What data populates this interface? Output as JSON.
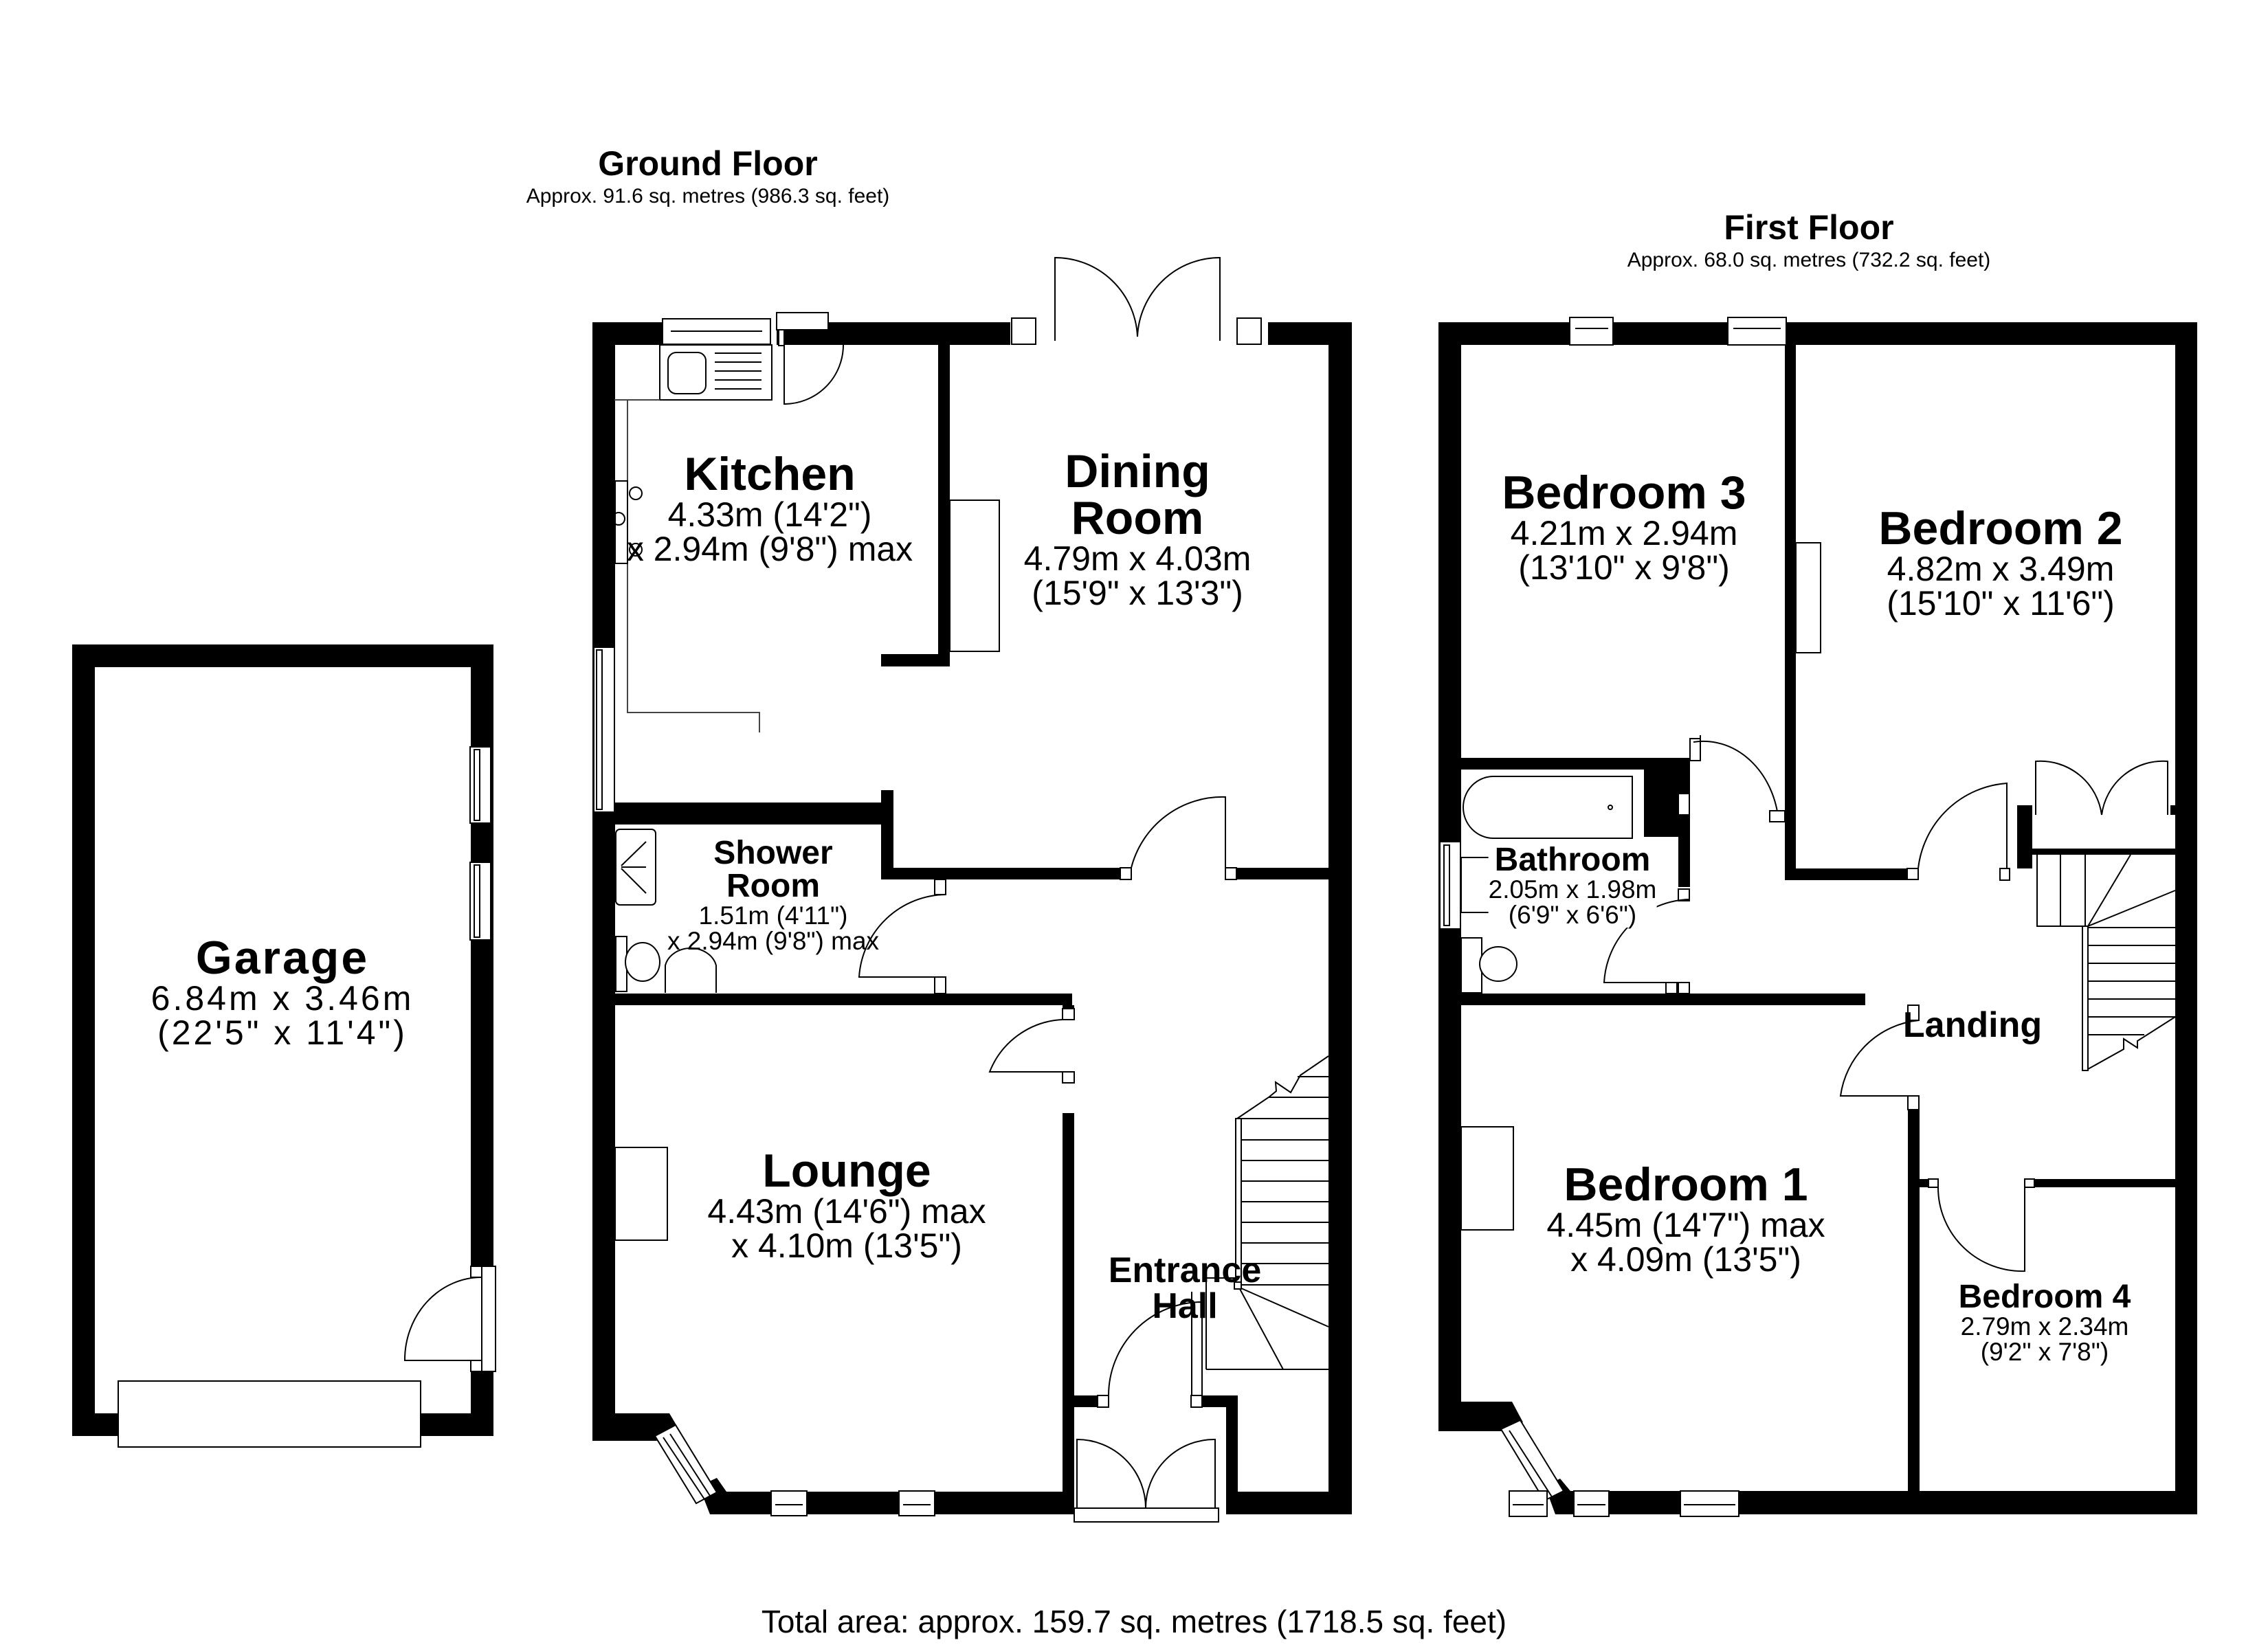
{
  "floors": {
    "ground": {
      "title": "Ground Floor",
      "area": "Approx. 91.6 sq. metres (986.3 sq. feet)",
      "rooms": {
        "kitchen": {
          "name": "Kitchen",
          "dim1": "4.33m (14'2\")",
          "dim2": "x 2.94m (9'8\") max"
        },
        "dining": {
          "name_line1": "Dining",
          "name_line2": "Room",
          "dim1": "4.79m x 4.03m",
          "dim2": "(15'9\" x 13'3\")"
        },
        "shower": {
          "name_line1": "Shower",
          "name_line2": "Room",
          "dim1": "1.51m (4'11\")",
          "dim2": "x 2.94m (9'8\") max"
        },
        "lounge": {
          "name": "Lounge",
          "dim1": "4.43m (14'6\") max",
          "dim2": "x 4.10m (13'5\")"
        },
        "hall": {
          "name_line1": "Entrance",
          "name_line2": "Hall"
        }
      }
    },
    "garage": {
      "name": "Garage",
      "dim1": "6.84m x 3.46m",
      "dim2": "(22'5\" x 11'4\")"
    },
    "first": {
      "title": "First Floor",
      "area": "Approx. 68.0 sq. metres (732.2 sq. feet)",
      "rooms": {
        "bedroom3": {
          "name": "Bedroom 3",
          "dim1": "4.21m x 2.94m",
          "dim2": "(13'10\" x 9'8\")"
        },
        "bedroom2": {
          "name": "Bedroom 2",
          "dim1": "4.82m x 3.49m",
          "dim2": "(15'10\" x 11'6\")"
        },
        "bathroom": {
          "name": "Bathroom",
          "dim1": "2.05m x 1.98m",
          "dim2": "(6'9\" x 6'6\")"
        },
        "landing": {
          "name": "Landing"
        },
        "bedroom1": {
          "name": "Bedroom 1",
          "dim1": "4.45m (14'7\") max",
          "dim2": "x 4.09m (13'5\")"
        },
        "bedroom4": {
          "name": "Bedroom 4",
          "dim1": "2.79m x 2.34m",
          "dim2": "(9'2\" x 7'8\")"
        }
      }
    }
  },
  "total_area": "Total area: approx. 159.7 sq. metres (1718.5 sq. feet)",
  "colors": {
    "wall": "#000000",
    "background": "#ffffff"
  }
}
